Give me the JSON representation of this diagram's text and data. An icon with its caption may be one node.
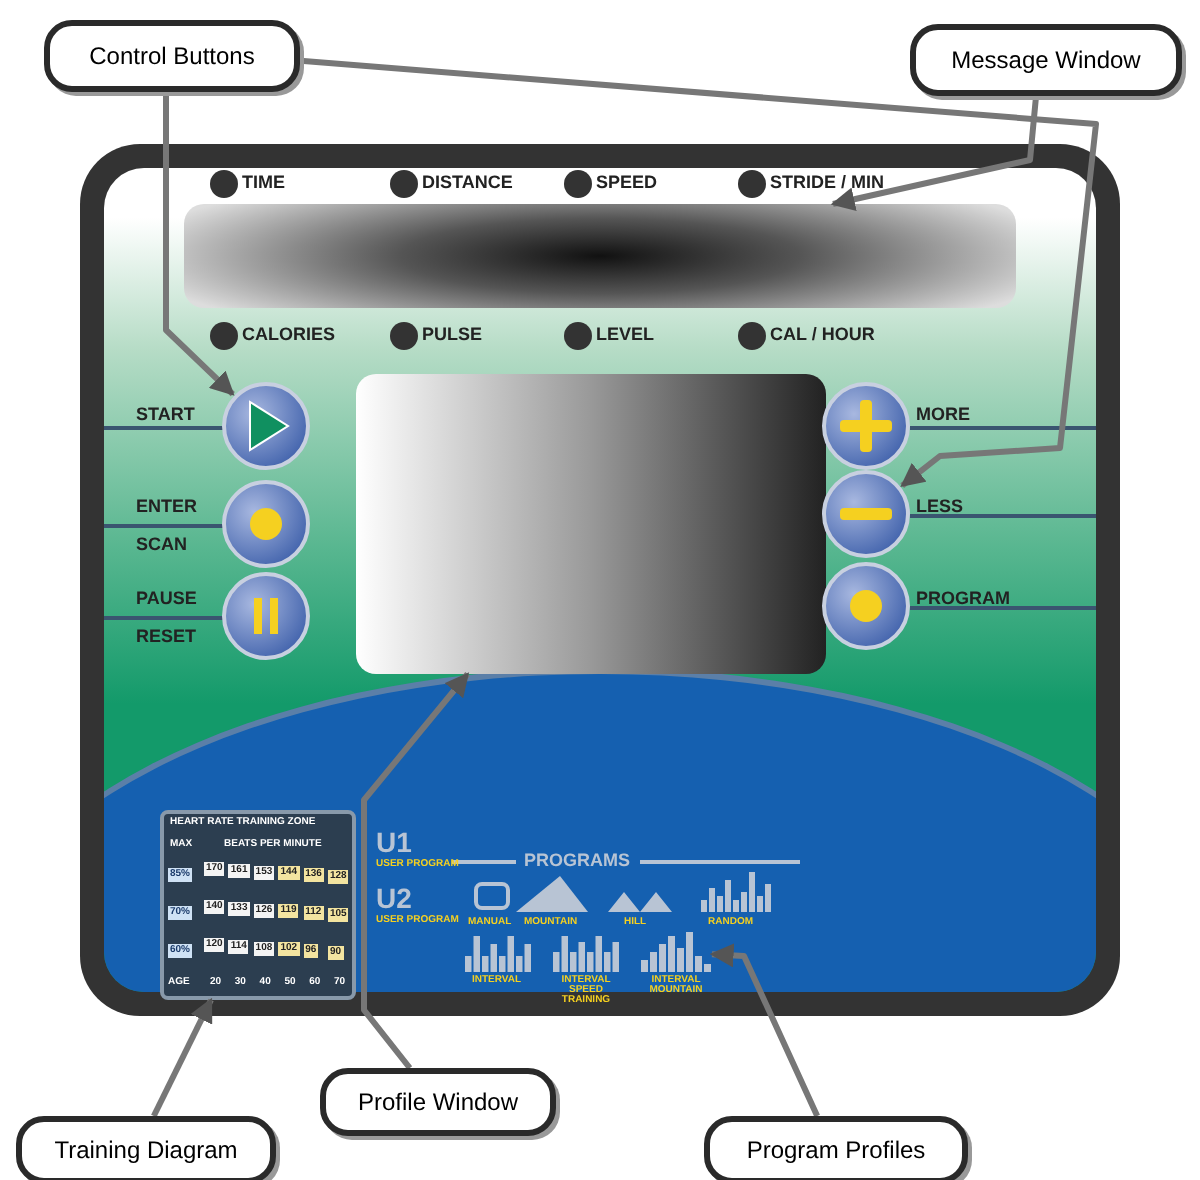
{
  "diagram": {
    "nodes": [
      {
        "text": [
          "Control Buttons"
        ]
      },
      {
        "text": [
          "Message Window"
        ]
      },
      {
        "text": [],
        "shape": "box"
      },
      {
        "text": [],
        "shape": "circle",
        "beside": [
          "START"
        ]
      },
      {
        "text": [],
        "shape": "circle",
        "beside": [
          "MORE"
        ]
      },
      {
        "text": [],
        "shape": "box"
      },
      {
        "text": [],
        "shape": "circle",
        "beside": [
          "ENTER",
          "SCAN"
        ]
      },
      {
        "text": [],
        "shape": "circle",
        "beside": [
          "LESS"
        ]
      },
      {
        "text": [],
        "shape": "circle",
        "beside": [
          "PAUSE",
          "RESET"
        ]
      },
      {
        "text": [],
        "shape": "circle",
        "beside": [
          "PROGRAM"
        ]
      },
      {
        "text": [],
        "shape": "box"
      },
      {
        "text": [],
        "shape": "picture",
        "beside": [
          "INTERVAL MOUNTAIN"
        ]
      },
      {
        "text": [
          "Training Diagram"
        ]
      },
      {
        "text": [
          "Profile Window"
        ]
      },
      {
        "text": [
          "Program Profiles"
        ]
      }
    ],
    "edges": [
      {
        "from": 0,
        "to": 3,
        "arrow": "to"
      },
      {
        "from": 0,
        "to": 7,
        "arrow": "to"
      },
      {
        "from": 1,
        "to": 2,
        "arrow": "to"
      },
      {
        "from": 12,
        "to": 10,
        "arrow": "to"
      },
      {
        "from": 13,
        "to": 5,
        "arrow": "to"
      },
      {
        "from": 14,
        "to": 11,
        "arrow": "to"
      }
    ],
    "labels": [
      "TIME",
      "DISTANCE",
      "SPEED",
      "STRIDE / MIN",
      "CALORIES",
      "PULSE",
      "LEVEL",
      "CAL / HOUR",
      "HEART RATE TRAINING ZONE",
      "MAX",
      "BEATS PER MINUTE",
      "85%",
      "170",
      "161",
      "153",
      "144",
      "136",
      "128",
      "70%",
      "140",
      "133",
      "126",
      "119",
      "112",
      "105",
      "60%",
      "120",
      "114",
      "108",
      "102",
      "96",
      "90",
      "AGE",
      "20",
      "30",
      "40",
      "50",
      "60",
      "70",
      "U1",
      "USER PROGRAM",
      "U2",
      "USER PROGRAM",
      "PROGRAMS",
      "MANUAL",
      "MOUNTAIN",
      "HILL",
      "RANDOM",
      "INTERVAL",
      "INTERVAL SPEED TRAINING"
    ]
  }
}
